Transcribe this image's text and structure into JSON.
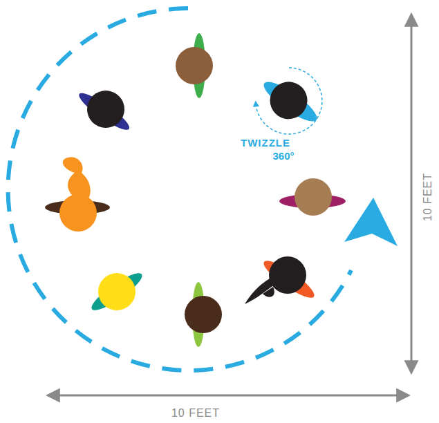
{
  "diagram": {
    "labels": [
      "TWIZZLE",
      "360°",
      "10 FEET",
      "10 FEET"
    ]
  }
}
